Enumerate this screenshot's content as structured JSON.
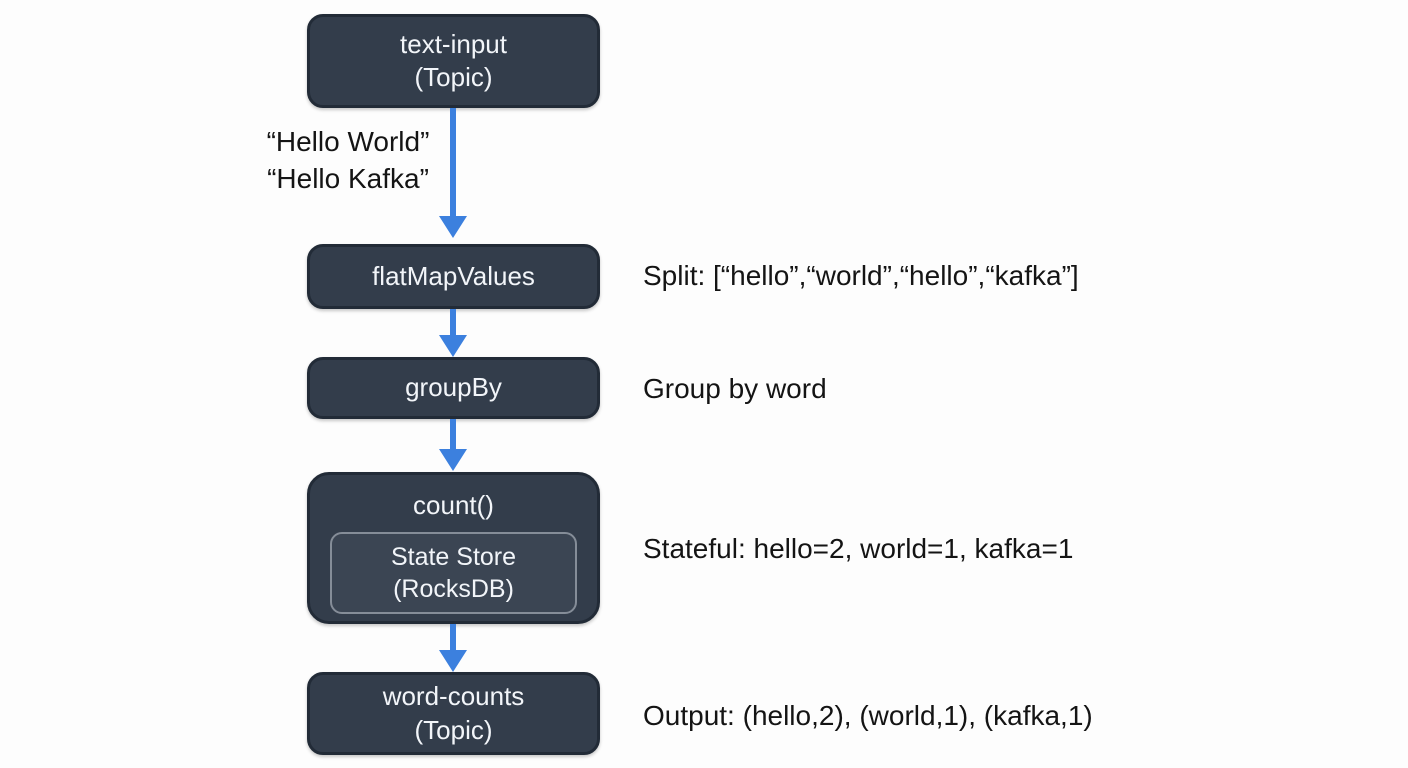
{
  "diagram": {
    "nodes": {
      "text_input": {
        "line1": "text-input",
        "line2": "(Topic)"
      },
      "flat_map_values": {
        "label": "flatMapValues"
      },
      "group_by": {
        "label": "groupBy"
      },
      "count": {
        "label": "count()",
        "state_store_line1": "State Store",
        "state_store_line2": "(RocksDB)"
      },
      "word_counts": {
        "line1": "word-counts",
        "line2": "(Topic)"
      }
    },
    "edge_labels": {
      "input_line1": "“Hello World”",
      "input_line2": "“Hello Kafka”"
    },
    "annotations": {
      "split": "Split: [“hello”,“world”,“hello”,“kafka”]",
      "group": "Group by word",
      "stateful": "Stateful: hello=2, world=1, kafka=1",
      "output": "Output: (hello,2), (world,1), (kafka,1)"
    },
    "colors": {
      "background": "#fdfdfd",
      "node_fill": "#333d4b",
      "node_border": "#222b37",
      "node_text": "#f2f5f9",
      "state_store_fill": "#3b4553",
      "state_store_border": "#858d98",
      "arrow": "#3c80de",
      "annotation_text": "#141414"
    }
  }
}
